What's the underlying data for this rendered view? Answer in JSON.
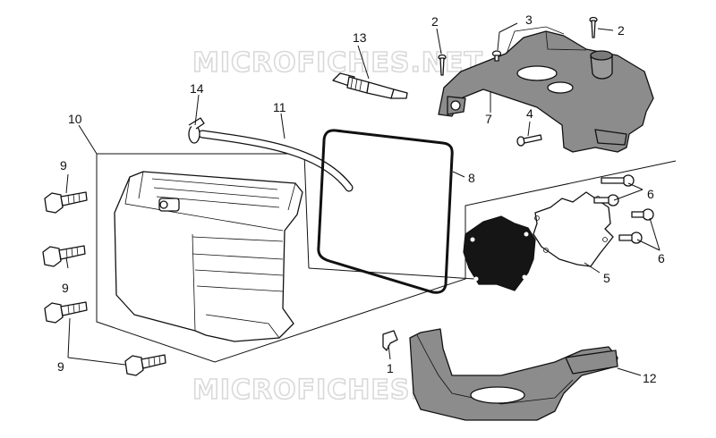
{
  "watermarks": [
    "MICROFICHES.NET",
    "MICROFICHES.NET"
  ],
  "callouts": {
    "c1": "1",
    "c2a": "2",
    "c2b": "2",
    "c3": "3",
    "c4": "4",
    "c5": "5",
    "c6a": "6",
    "c6b": "6",
    "c7": "7",
    "c8": "8",
    "c9a": "9",
    "c9b": "9",
    "c9c": "9",
    "c10": "10",
    "c11": "11",
    "c12": "12",
    "c13": "13",
    "c14": "14"
  },
  "colors": {
    "line": "#111111",
    "part_fill": "#ffffff",
    "shroud_fill": "#8c8c8c",
    "gasket_fill": "#151515",
    "watermark": "#d9d9d9"
  }
}
